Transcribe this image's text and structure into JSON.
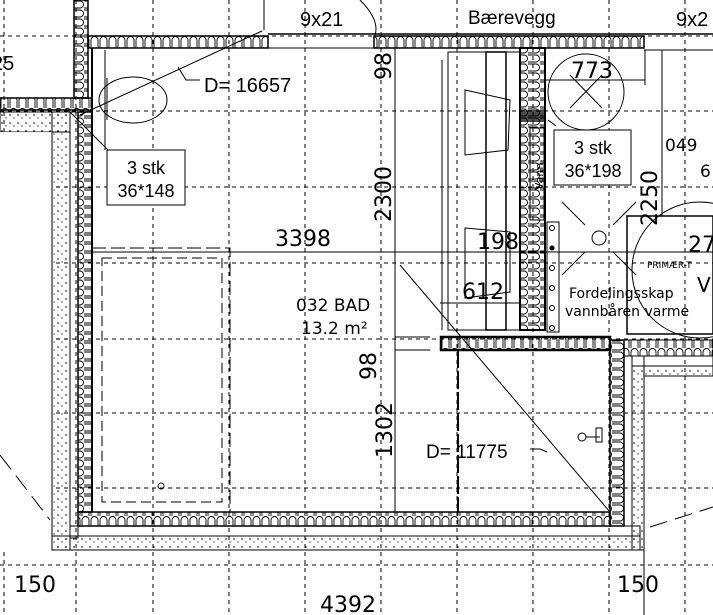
{
  "labels": {
    "top_door": "9x21",
    "top_door_right": "9x2",
    "bearing_wall": "Bærevegg",
    "left_number": "25",
    "diag1": "D= 16657",
    "diag2": "D= 11775",
    "studs_left_qty": "3 stk",
    "studs_left_dim": "36*148",
    "studs_right_qty": "3 stk",
    "studs_right_dim": "36*198",
    "room_name": "032 BAD",
    "room_area": "13.2 m²",
    "room2": "049",
    "room2_sub": "6",
    "vann": "Vann",
    "fordeling1": "Fordelingsskap",
    "fordeling2": "vannbåren varme",
    "primaer": "PRIMÆR-T",
    "v_label": "V",
    "circle_num": "27"
  },
  "dimensions": {
    "d3398": "3398",
    "d98_top": "98",
    "d2300": "2300",
    "d773": "773",
    "d198": "198",
    "d612": "612",
    "d2250": "2250",
    "d98_mid": "98",
    "d1302": "1302",
    "d150_left": "150",
    "d150_right": "150",
    "d4392": "4392"
  },
  "colors": {
    "line": "#000000",
    "label_accent": "#1a3a8a",
    "dim_text": "#111111"
  }
}
